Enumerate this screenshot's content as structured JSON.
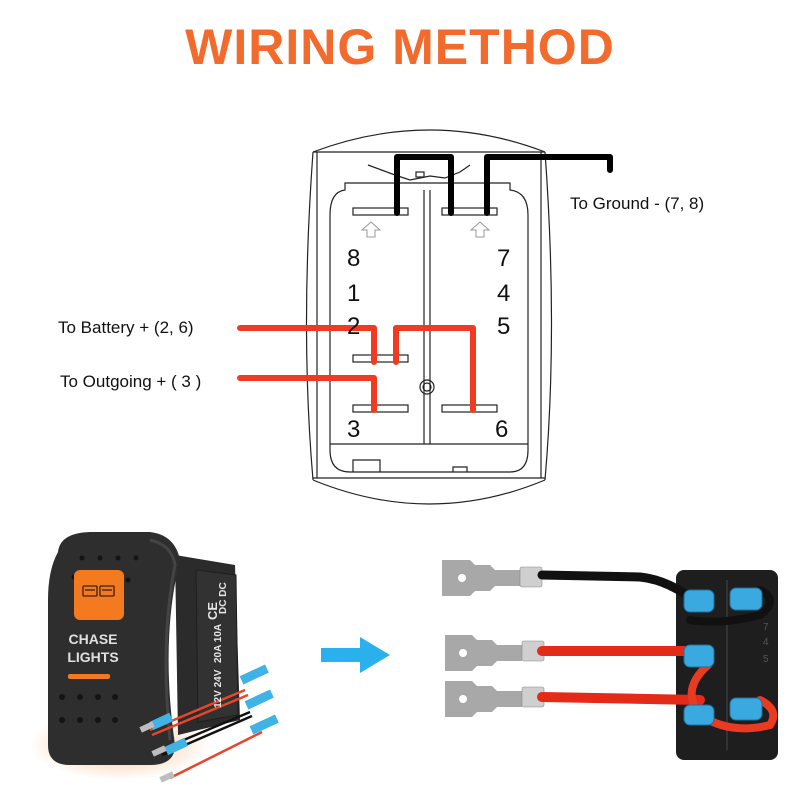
{
  "title": "WIRING METHOD",
  "diagram": {
    "labels": {
      "ground": "To Ground - (7, 8)",
      "battery": "To Battery + (2, 6)",
      "outgoing": "To Outgoing + ( 3 )"
    },
    "pins": {
      "left": [
        "8",
        "1",
        "2",
        "3"
      ],
      "right": [
        "7",
        "4",
        "5",
        "6"
      ]
    },
    "colors": {
      "title": "#f26a2c",
      "ground_wire": "#000000",
      "power_wire": "#f23a22",
      "arrow": "#2ab0ec",
      "switch_body": "#2e2e2e",
      "lamp": "#f47a20"
    }
  },
  "product": {
    "switch_label": "CHASE\nLIGHTS",
    "switch_label_line1": "CHASE",
    "switch_label_line2": "LIGHTS",
    "side_rating_line1": "12V 24V",
    "side_rating_line2": "20A 10A",
    "side_rating_line3": "DC DC",
    "ce_mark": "CE",
    "back_pins": [
      "7",
      "4",
      "5"
    ]
  }
}
